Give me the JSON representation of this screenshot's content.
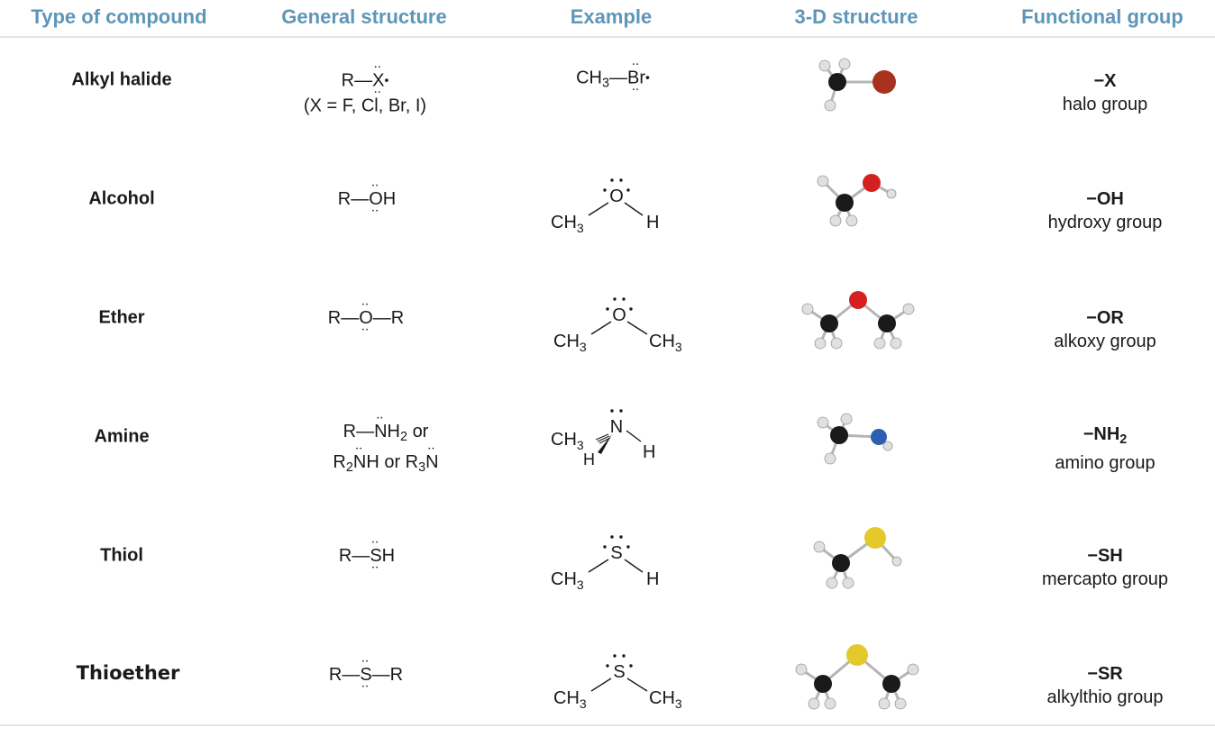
{
  "headers": {
    "type": "Type of compound",
    "general": "General structure",
    "example": "Example",
    "structure3d": "3-D structure",
    "functional": "Functional group"
  },
  "rows": [
    {
      "type": "Alkyl halide",
      "general_note": "(X = F, Cl, Br, I)",
      "example_text": {
        "ch3": "CH",
        "sub3": "3",
        "atom": "Br"
      },
      "fg_formula": "−X",
      "fg_name": "halo group",
      "atom_colors": {
        "heavy": "#a8321d"
      }
    },
    {
      "type": "Alcohol",
      "example_text": {
        "ch3": "CH",
        "sub3": "3",
        "atom": "O",
        "h": "H"
      },
      "fg_formula": "−OH",
      "fg_name": "hydroxy group",
      "atom_colors": {
        "heavy": "#d42020"
      }
    },
    {
      "type": "Ether",
      "example_text": {
        "ch3": "CH",
        "sub3": "3",
        "atom": "O"
      },
      "fg_formula": "−OR",
      "fg_name": "alkoxy group",
      "atom_colors": {
        "heavy": "#d42020"
      }
    },
    {
      "type": "Amine",
      "general_line2_words": {
        "or1": "or",
        "or2": "or"
      },
      "example_text": {
        "ch3": "CH",
        "sub3": "3",
        "atom": "N",
        "h": "H"
      },
      "fg_formula": "−NH",
      "fg_formula_sub": "2",
      "fg_name": "amino group",
      "atom_colors": {
        "heavy": "#2d5fb0"
      }
    },
    {
      "type": "Thiol",
      "example_text": {
        "ch3": "CH",
        "sub3": "3",
        "atom": "S",
        "h": "H"
      },
      "fg_formula": "−SH",
      "fg_name": "mercapto group",
      "atom_colors": {
        "heavy": "#e4c92a"
      }
    },
    {
      "type": "Thioether",
      "example_text": {
        "ch3": "CH",
        "sub3": "3",
        "atom": "S"
      },
      "fg_formula": "−SR",
      "fg_name": "alkylthio group",
      "atom_colors": {
        "heavy": "#e4c92a"
      }
    }
  ],
  "colors": {
    "header": "#5e96b8",
    "carbon": "#1a1a1a",
    "hydrogen": "#e8e8e8",
    "bond": "#b5b5b5"
  }
}
